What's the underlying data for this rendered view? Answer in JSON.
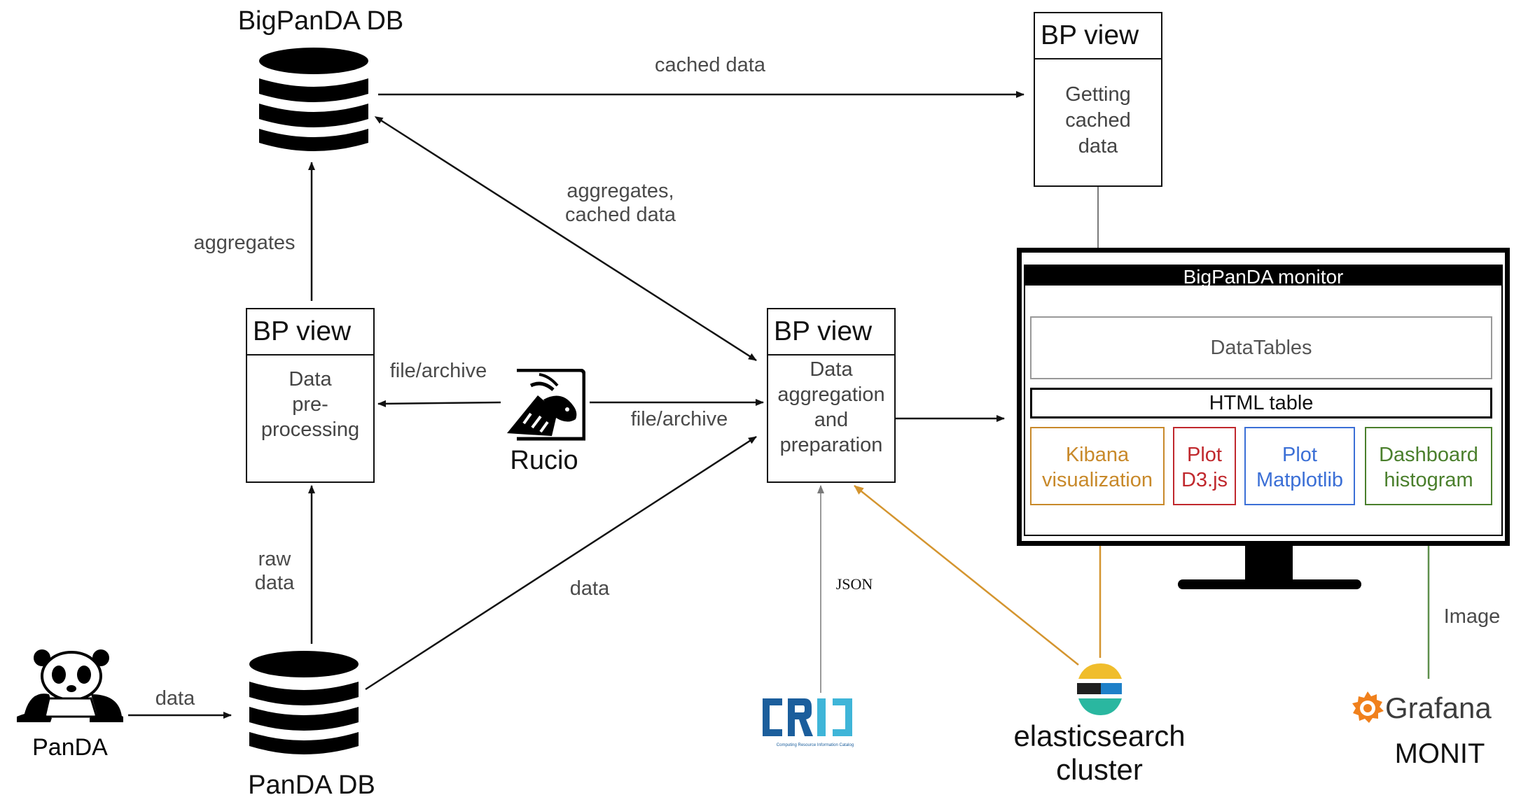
{
  "nodes": {
    "bigpanda_db": {
      "label": "BigPanDA DB"
    },
    "panda_db": {
      "label": "PanDA DB"
    },
    "panda_logo": {
      "label": "PanDA"
    },
    "rucio": {
      "label": "Rucio"
    },
    "cric": {
      "label": "CRIC",
      "subtitle": "Computing Resource Information Catalog"
    },
    "elasticsearch": {
      "line1": "elasticsearch",
      "line2": "cluster"
    },
    "grafana": {
      "label": "Grafana",
      "sub": "MONIT"
    }
  },
  "bp_views": {
    "top": {
      "header": "BP view",
      "lines": [
        "Getting",
        "cached",
        "data"
      ]
    },
    "left": {
      "header": "BP view",
      "lines": [
        "Data",
        "pre-",
        "processing"
      ]
    },
    "center": {
      "header": "BP view",
      "lines": [
        "Data",
        "aggregation",
        "and",
        "preparation"
      ]
    }
  },
  "edges": {
    "cached_data": "cached data",
    "aggregates_cached": [
      "aggregates,",
      "cached data"
    ],
    "aggregates": "aggregates",
    "file_archive_left": "file/archive",
    "file_archive_right": "file/archive",
    "raw_data": [
      "raw",
      "data"
    ],
    "data_panda": "data",
    "data_center": "data",
    "json": "JSON",
    "image": "Image"
  },
  "monitor": {
    "title": "BigPanDA monitor",
    "datatables": "DataTables",
    "html_table": "HTML table",
    "widgets": [
      {
        "lines": [
          "Kibana",
          "visualization"
        ],
        "color": "#c8892a"
      },
      {
        "lines": [
          "Plot",
          "D3.js"
        ],
        "color": "#c0282d"
      },
      {
        "lines": [
          "Plot",
          "Matplotlib"
        ],
        "color": "#3b6fd6"
      },
      {
        "lines": [
          "Dashboard",
          "histogram"
        ],
        "color": "#4a7f2c"
      }
    ]
  },
  "colors": {
    "line": "#111111",
    "gray_arrow": "#7a7a7a",
    "elastic_arrow": "#d4952f",
    "grafana_arrow": "#5e8f4c",
    "cric_blue": "#1b5e9c",
    "cric_cyan": "#3fb5d8",
    "grafana_orange": "#f0801c"
  }
}
